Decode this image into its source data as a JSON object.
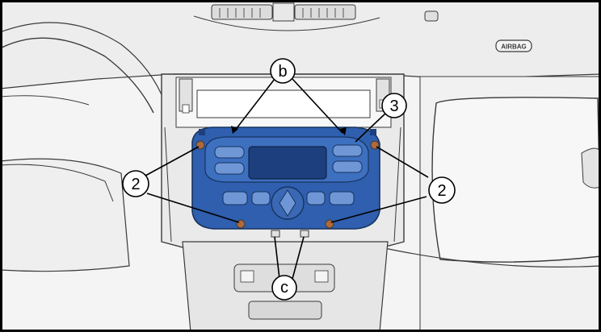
{
  "callouts": {
    "b": "b",
    "c": "c",
    "screw_label": "2",
    "unit_label": "3"
  },
  "embossed": {
    "airbag": "AIRBAG"
  },
  "colors": {
    "unit_fill": "#2f5fae",
    "unit_dark": "#1d3f7e",
    "unit_light": "#6f97d6",
    "line_art": "#3a3a3a",
    "surface": "#f2f2f2",
    "shadow": "#c9c9c9",
    "screw": "#b06a3a",
    "frame": "#000000"
  }
}
